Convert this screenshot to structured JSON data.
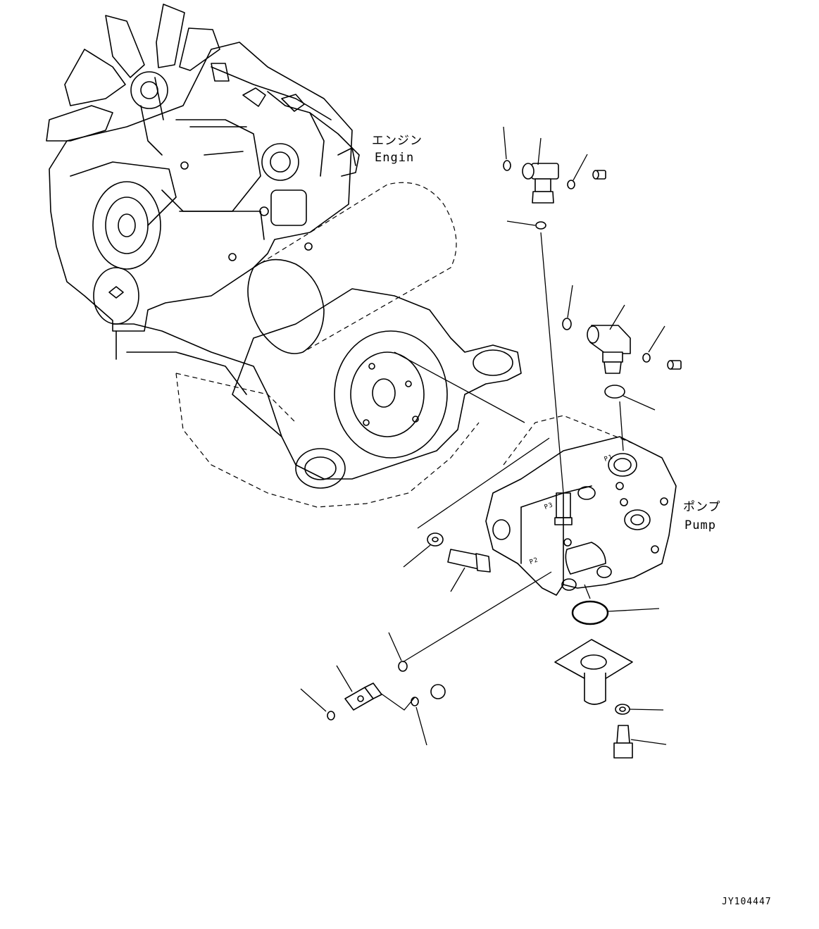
{
  "labels": {
    "engine_jp": "エンジン",
    "engine_en": "Engin",
    "pump_jp": "ポンプ",
    "pump_en": "Pump",
    "drawing_code": "JY104447"
  },
  "pump_port_labels": {
    "p1": "P1",
    "p2": "P2",
    "p3": "P3"
  }
}
